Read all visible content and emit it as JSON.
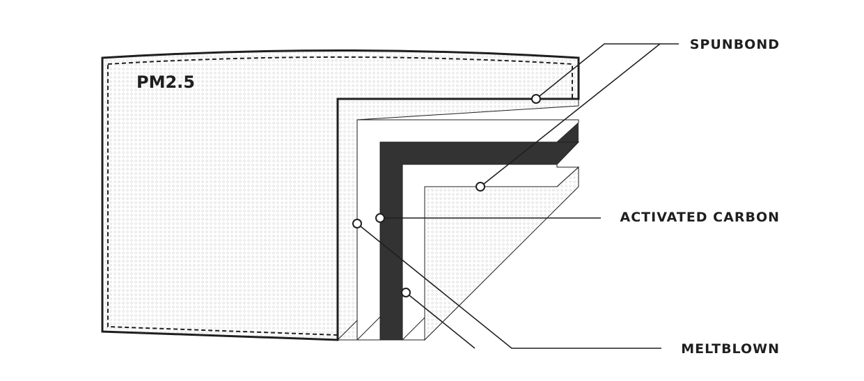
{
  "filter": {
    "title": "PM2.5"
  },
  "layers": [
    {
      "key": "spunbond",
      "label": "SPUNBOND"
    },
    {
      "key": "carbon",
      "label": "ACTIVATED CARBON"
    },
    {
      "key": "meltblown",
      "label": "MELTBLOWN"
    }
  ],
  "colors": {
    "stroke": "#1f1f1f",
    "carbon": "#333333",
    "background": "#ffffff",
    "texture": "#cfcfcf"
  }
}
